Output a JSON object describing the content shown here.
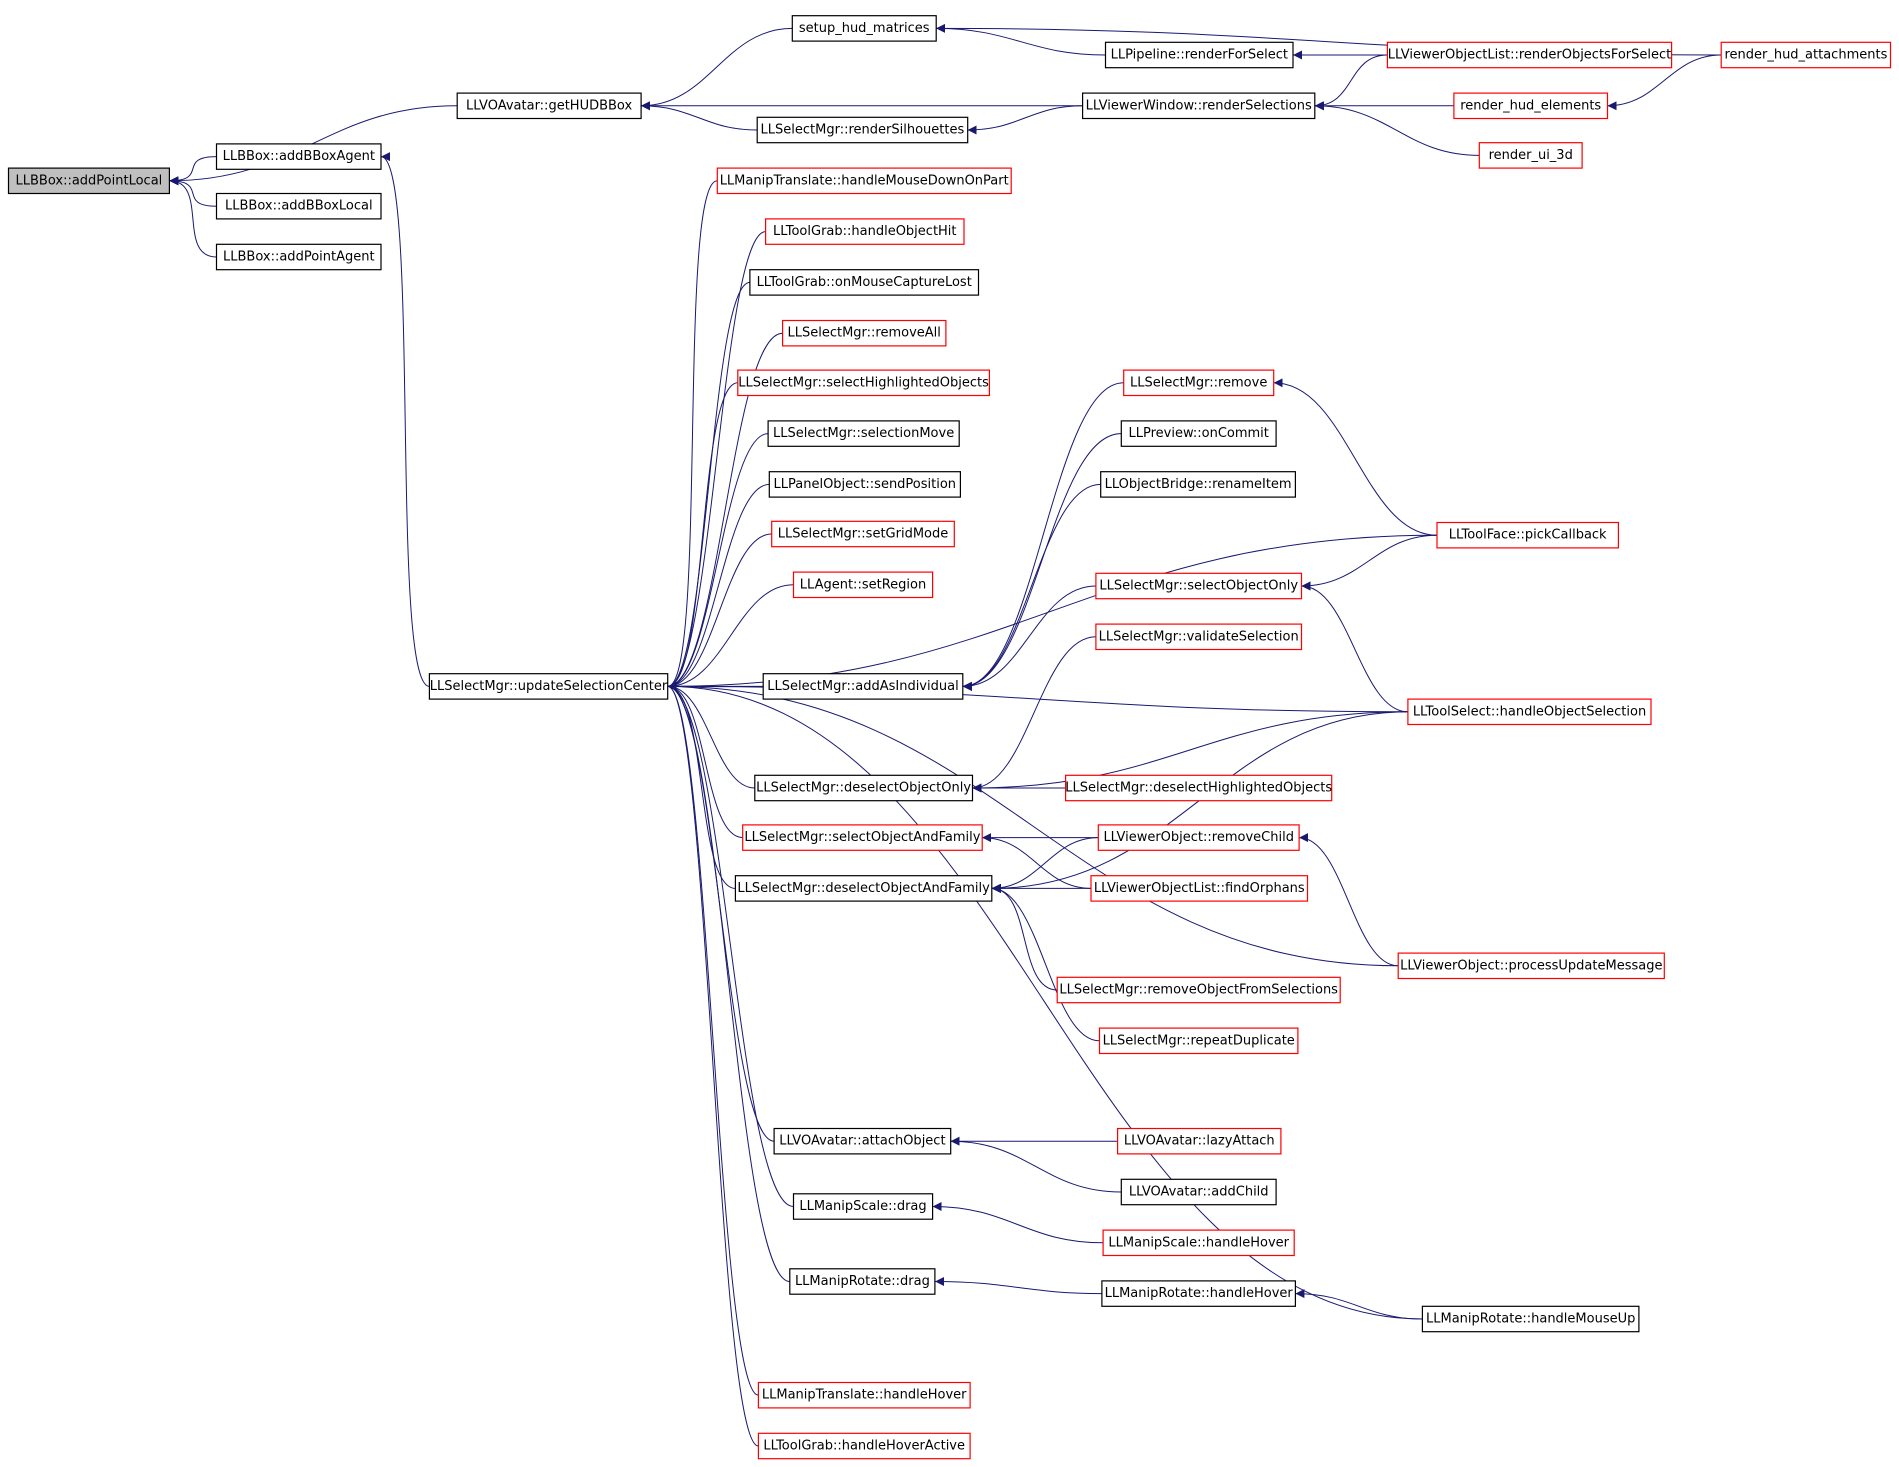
{
  "colors": {
    "edge": "#191970",
    "border_normal": "#000000",
    "border_truncated": "#ff0000",
    "root_fill": "#bfbfbf",
    "background": "#ffffff"
  },
  "nodes": [
    {
      "id": "addPointLocal",
      "label": "LLBBox::addPointLocal",
      "style": "root"
    },
    {
      "id": "getHUDBBox",
      "label": "LLVOAvatar::getHUDBBox",
      "style": "normal"
    },
    {
      "id": "addBBoxAgent",
      "label": "LLBBox::addBBoxAgent",
      "style": "normal"
    },
    {
      "id": "addBBoxLocal",
      "label": "LLBBox::addBBoxLocal",
      "style": "normal"
    },
    {
      "id": "addPointAgent",
      "label": "LLBBox::addPointAgent",
      "style": "normal"
    },
    {
      "id": "setup_hud_matrices",
      "label": "setup_hud_matrices",
      "style": "normal"
    },
    {
      "id": "renderSilhouettes",
      "label": "LLSelectMgr::renderSilhouettes",
      "style": "normal"
    },
    {
      "id": "renderForSelect",
      "label": "LLPipeline::renderForSelect",
      "style": "normal"
    },
    {
      "id": "renderSelections",
      "label": "LLViewerWindow::renderSelections",
      "style": "normal"
    },
    {
      "id": "renderObjectsForSelect",
      "label": "LLViewerObjectList::renderObjectsForSelect",
      "style": "truncated"
    },
    {
      "id": "render_hud_attachments",
      "label": "render_hud_attachments",
      "style": "truncated"
    },
    {
      "id": "render_hud_elements",
      "label": "render_hud_elements",
      "style": "truncated"
    },
    {
      "id": "render_ui_3d",
      "label": "render_ui_3d",
      "style": "truncated"
    },
    {
      "id": "updateSelectionCenter",
      "label": "LLSelectMgr::updateSelectionCenter",
      "style": "normal"
    },
    {
      "id": "mt_handleMouseDownOnPart",
      "label": "LLManipTranslate::handleMouseDownOnPart",
      "style": "truncated"
    },
    {
      "id": "tg_handleObjectHit",
      "label": "LLToolGrab::handleObjectHit",
      "style": "truncated"
    },
    {
      "id": "tg_onMouseCaptureLost",
      "label": "LLToolGrab::onMouseCaptureLost",
      "style": "normal"
    },
    {
      "id": "sm_removeAll",
      "label": "LLSelectMgr::removeAll",
      "style": "truncated"
    },
    {
      "id": "sm_selectHighlightedObjects",
      "label": "LLSelectMgr::selectHighlightedObjects",
      "style": "truncated"
    },
    {
      "id": "sm_selectionMove",
      "label": "LLSelectMgr::selectionMove",
      "style": "normal"
    },
    {
      "id": "po_sendPosition",
      "label": "LLPanelObject::sendPosition",
      "style": "normal"
    },
    {
      "id": "sm_setGridMode",
      "label": "LLSelectMgr::setGridMode",
      "style": "truncated"
    },
    {
      "id": "ag_setRegion",
      "label": "LLAgent::setRegion",
      "style": "truncated"
    },
    {
      "id": "sm_addAsIndividual",
      "label": "LLSelectMgr::addAsIndividual",
      "style": "normal"
    },
    {
      "id": "sm_remove",
      "label": "LLSelectMgr::remove",
      "style": "truncated"
    },
    {
      "id": "pv_onCommit",
      "label": "LLPreview::onCommit",
      "style": "normal"
    },
    {
      "id": "ob_renameItem",
      "label": "LLObjectBridge::renameItem",
      "style": "normal"
    },
    {
      "id": "sm_selectObjectOnly",
      "label": "LLSelectMgr::selectObjectOnly",
      "style": "truncated"
    },
    {
      "id": "sm_validateSelection",
      "label": "LLSelectMgr::validateSelection",
      "style": "truncated"
    },
    {
      "id": "tf_pickCallback",
      "label": "LLToolFace::pickCallback",
      "style": "truncated"
    },
    {
      "id": "ts_handleObjectSelection",
      "label": "LLToolSelect::handleObjectSelection",
      "style": "truncated"
    },
    {
      "id": "sm_deselectObjectOnly",
      "label": "LLSelectMgr::deselectObjectOnly",
      "style": "normal"
    },
    {
      "id": "sm_deselectHighlightedObjects",
      "label": "LLSelectMgr::deselectHighlightedObjects",
      "style": "truncated"
    },
    {
      "id": "sm_selectObjectAndFamily",
      "label": "LLSelectMgr::selectObjectAndFamily",
      "style": "truncated"
    },
    {
      "id": "vo_removeChild",
      "label": "LLViewerObject::removeChild",
      "style": "truncated"
    },
    {
      "id": "sm_deselectObjectAndFamily",
      "label": "LLSelectMgr::deselectObjectAndFamily",
      "style": "normal"
    },
    {
      "id": "vol_findOrphans",
      "label": "LLViewerObjectList::findOrphans",
      "style": "truncated"
    },
    {
      "id": "vo_processUpdateMessage",
      "label": "LLViewerObject::processUpdateMessage",
      "style": "truncated"
    },
    {
      "id": "sm_removeObjectFromSelections",
      "label": "LLSelectMgr::removeObjectFromSelections",
      "style": "truncated"
    },
    {
      "id": "sm_repeatDuplicate",
      "label": "LLSelectMgr::repeatDuplicate",
      "style": "truncated"
    },
    {
      "id": "va_attachObject",
      "label": "LLVOAvatar::attachObject",
      "style": "normal"
    },
    {
      "id": "va_lazyAttach",
      "label": "LLVOAvatar::lazyAttach",
      "style": "truncated"
    },
    {
      "id": "va_addChild",
      "label": "LLVOAvatar::addChild",
      "style": "normal"
    },
    {
      "id": "ms_drag",
      "label": "LLManipScale::drag",
      "style": "normal"
    },
    {
      "id": "ms_handleHover",
      "label": "LLManipScale::handleHover",
      "style": "truncated"
    },
    {
      "id": "mr_drag",
      "label": "LLManipRotate::drag",
      "style": "normal"
    },
    {
      "id": "mr_handleHover",
      "label": "LLManipRotate::handleHover",
      "style": "normal"
    },
    {
      "id": "mr_handleMouseUp",
      "label": "LLManipRotate::handleMouseUp",
      "style": "normal"
    },
    {
      "id": "mt_handleHover",
      "label": "LLManipTranslate::handleHover",
      "style": "truncated"
    },
    {
      "id": "tg_handleHoverActive",
      "label": "LLToolGrab::handleHoverActive",
      "style": "truncated"
    }
  ],
  "edges": [
    [
      "getHUDBBox",
      "addPointLocal"
    ],
    [
      "addBBoxAgent",
      "addPointLocal"
    ],
    [
      "addBBoxLocal",
      "addPointLocal"
    ],
    [
      "addPointAgent",
      "addPointLocal"
    ],
    [
      "setup_hud_matrices",
      "getHUDBBox"
    ],
    [
      "renderSilhouettes",
      "getHUDBBox"
    ],
    [
      "renderSelections",
      "getHUDBBox"
    ],
    [
      "updateSelectionCenter",
      "addBBoxAgent"
    ],
    [
      "renderForSelect",
      "setup_hud_matrices"
    ],
    [
      "render_hud_attachments",
      "setup_hud_matrices"
    ],
    [
      "renderObjectsForSelect",
      "renderForSelect"
    ],
    [
      "renderSelections",
      "renderSilhouettes"
    ],
    [
      "renderObjectsForSelect",
      "renderSelections"
    ],
    [
      "render_hud_elements",
      "renderSelections"
    ],
    [
      "render_ui_3d",
      "renderSelections"
    ],
    [
      "render_hud_attachments",
      "render_hud_elements"
    ],
    [
      "mt_handleMouseDownOnPart",
      "updateSelectionCenter"
    ],
    [
      "tg_handleObjectHit",
      "updateSelectionCenter"
    ],
    [
      "tg_onMouseCaptureLost",
      "updateSelectionCenter"
    ],
    [
      "sm_removeAll",
      "updateSelectionCenter"
    ],
    [
      "sm_selectHighlightedObjects",
      "updateSelectionCenter"
    ],
    [
      "sm_selectionMove",
      "updateSelectionCenter"
    ],
    [
      "po_sendPosition",
      "updateSelectionCenter"
    ],
    [
      "sm_setGridMode",
      "updateSelectionCenter"
    ],
    [
      "ag_setRegion",
      "updateSelectionCenter"
    ],
    [
      "tf_pickCallback",
      "updateSelectionCenter"
    ],
    [
      "sm_addAsIndividual",
      "updateSelectionCenter"
    ],
    [
      "ts_handleObjectSelection",
      "updateSelectionCenter"
    ],
    [
      "sm_deselectObjectOnly",
      "updateSelectionCenter"
    ],
    [
      "sm_selectObjectAndFamily",
      "updateSelectionCenter"
    ],
    [
      "sm_deselectObjectAndFamily",
      "updateSelectionCenter"
    ],
    [
      "vo_processUpdateMessage",
      "updateSelectionCenter"
    ],
    [
      "va_attachObject",
      "updateSelectionCenter"
    ],
    [
      "ms_drag",
      "updateSelectionCenter"
    ],
    [
      "mr_drag",
      "updateSelectionCenter"
    ],
    [
      "mr_handleMouseUp",
      "updateSelectionCenter"
    ],
    [
      "mt_handleHover",
      "updateSelectionCenter"
    ],
    [
      "tg_handleHoverActive",
      "updateSelectionCenter"
    ],
    [
      "sm_remove",
      "sm_addAsIndividual"
    ],
    [
      "pv_onCommit",
      "sm_addAsIndividual"
    ],
    [
      "ob_renameItem",
      "sm_addAsIndividual"
    ],
    [
      "sm_selectObjectOnly",
      "sm_addAsIndividual"
    ],
    [
      "tf_pickCallback",
      "sm_remove"
    ],
    [
      "tf_pickCallback",
      "sm_selectObjectOnly"
    ],
    [
      "ts_handleObjectSelection",
      "sm_selectObjectOnly"
    ],
    [
      "sm_validateSelection",
      "sm_deselectObjectOnly"
    ],
    [
      "ts_handleObjectSelection",
      "sm_deselectObjectOnly"
    ],
    [
      "sm_deselectHighlightedObjects",
      "sm_deselectObjectOnly"
    ],
    [
      "vo_removeChild",
      "sm_selectObjectAndFamily"
    ],
    [
      "vol_findOrphans",
      "sm_selectObjectAndFamily"
    ],
    [
      "vo_removeChild",
      "sm_deselectObjectAndFamily"
    ],
    [
      "vol_findOrphans",
      "sm_deselectObjectAndFamily"
    ],
    [
      "ts_handleObjectSelection",
      "sm_deselectObjectAndFamily"
    ],
    [
      "sm_removeObjectFromSelections",
      "sm_deselectObjectAndFamily"
    ],
    [
      "sm_repeatDuplicate",
      "sm_deselectObjectAndFamily"
    ],
    [
      "vo_processUpdateMessage",
      "vo_removeChild"
    ],
    [
      "va_lazyAttach",
      "va_attachObject"
    ],
    [
      "va_addChild",
      "va_attachObject"
    ],
    [
      "ms_handleHover",
      "ms_drag"
    ],
    [
      "mr_handleHover",
      "mr_drag"
    ],
    [
      "mr_handleMouseUp",
      "mr_handleHover"
    ]
  ]
}
